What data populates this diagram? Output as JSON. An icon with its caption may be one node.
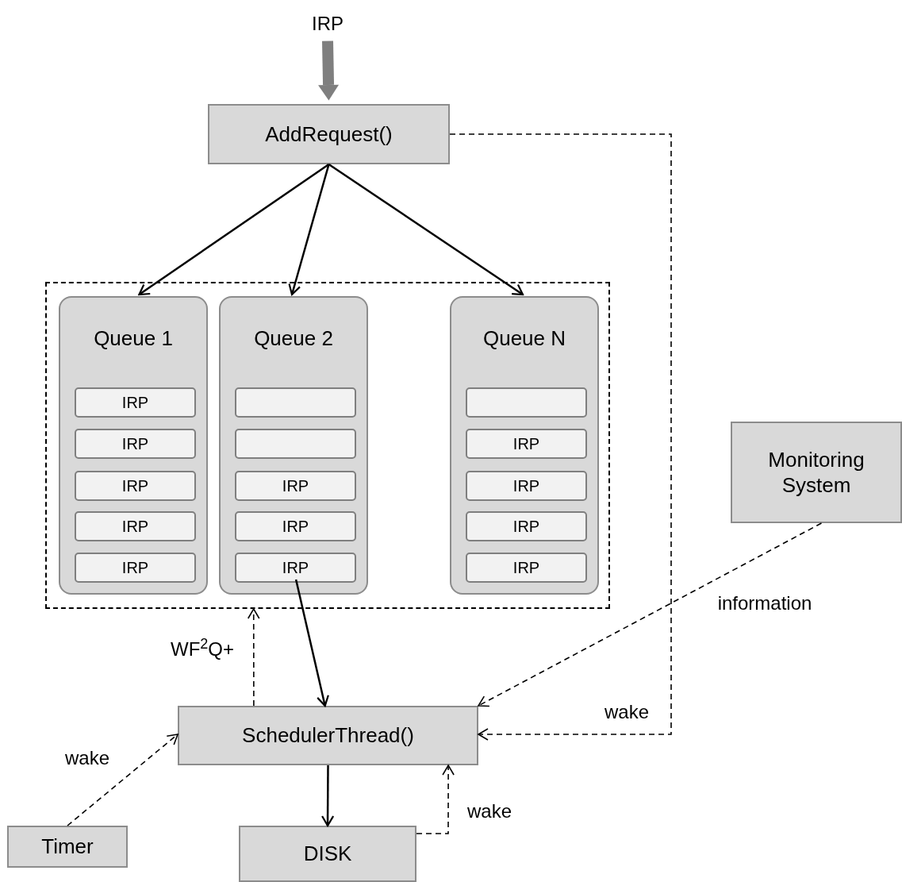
{
  "diagram": {
    "nodes": [
      {
        "text": [
          "IRP"
        ]
      },
      {
        "text": [
          "AddRequest()"
        ]
      },
      {
        "text": [],
        "shape": "box"
      },
      {
        "text": [
          "Queue 1"
        ],
        "in": 2
      },
      {
        "text": [
          "IRP"
        ],
        "in": 3
      },
      {
        "text": [
          "IRP"
        ],
        "in": 3
      },
      {
        "text": [
          "IRP"
        ],
        "in": 3
      },
      {
        "text": [
          "IRP"
        ],
        "in": 3
      },
      {
        "text": [
          "IRP"
        ],
        "in": 3
      },
      {
        "text": [
          "Queue 2"
        ],
        "in": 2
      },
      {
        "text": [],
        "shape": "box",
        "in": 9
      },
      {
        "text": [],
        "shape": "box",
        "in": 9
      },
      {
        "text": [
          "IRP"
        ],
        "in": 9
      },
      {
        "text": [
          "IRP"
        ],
        "in": 9
      },
      {
        "text": [
          "IRP"
        ],
        "in": 9
      },
      {
        "text": [
          "Queue N"
        ],
        "in": 2
      },
      {
        "text": [],
        "shape": "box",
        "in": 15
      },
      {
        "text": [
          "IRP"
        ],
        "in": 15
      },
      {
        "text": [
          "IRP"
        ],
        "in": 15
      },
      {
        "text": [
          "IRP"
        ],
        "in": 15
      },
      {
        "text": [
          "IRP"
        ],
        "in": 15
      },
      {
        "text": [
          "Monitoring System"
        ]
      },
      {
        "text": [
          "SchedulerThread()"
        ]
      },
      {
        "text": [
          "Timer"
        ]
      },
      {
        "text": [
          "DISK"
        ]
      }
    ],
    "edges": [
      {
        "from": 0,
        "to": 1,
        "arrow": "to",
        "style": "thick",
        "color": "#7f7f7f"
      },
      {
        "from": 1,
        "to": 3,
        "arrow": "to"
      },
      {
        "from": 1,
        "to": 9,
        "arrow": "to"
      },
      {
        "from": 1,
        "to": 15,
        "arrow": "to"
      },
      {
        "from": 1,
        "to": 22,
        "arrow": "to",
        "style": "dashed",
        "label": "wake"
      },
      {
        "from": 22,
        "to": 2,
        "arrow": "to",
        "style": "dashed",
        "label": "WF$^{2}$Q+"
      },
      {
        "from": 14,
        "to": 22,
        "arrow": "to"
      },
      {
        "from": 21,
        "to": 22,
        "arrow": "to",
        "style": "dashed",
        "label": "information"
      },
      {
        "from": 23,
        "to": 22,
        "arrow": "to",
        "style": "dashed",
        "label": "wake"
      },
      {
        "from": 22,
        "to": 24,
        "arrow": "to"
      },
      {
        "from": 24,
        "to": 22,
        "arrow": "to",
        "style": "dashed",
        "label": "wake"
      }
    ]
  }
}
